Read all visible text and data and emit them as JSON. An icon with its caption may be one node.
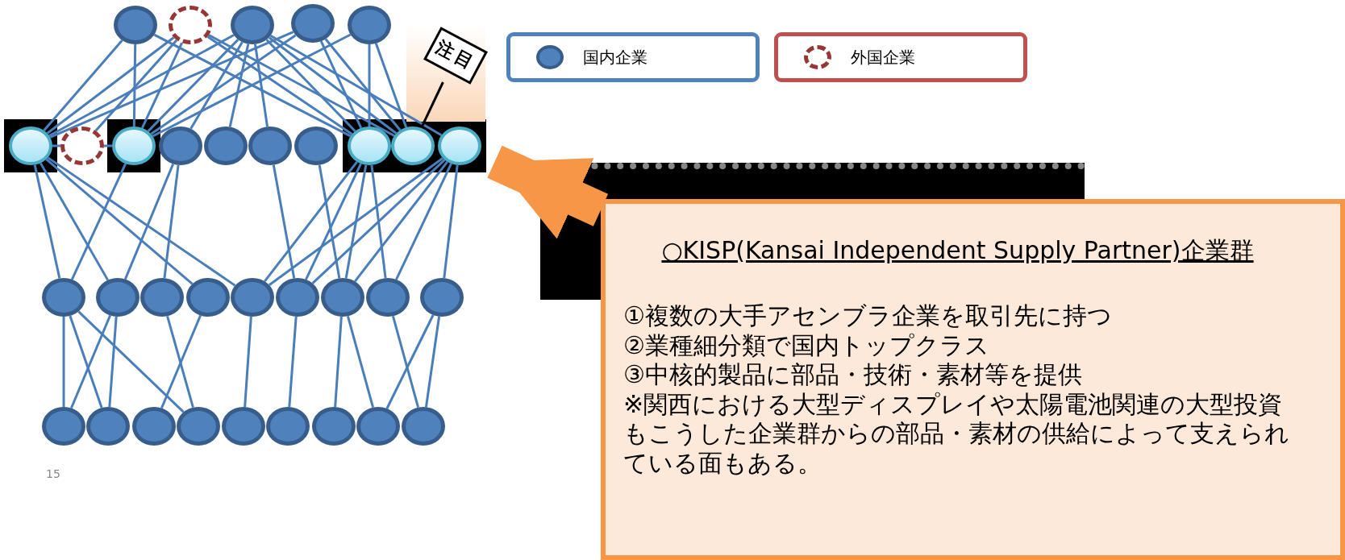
{
  "diagram": {
    "nodes": [
      {
        "text": [],
        "shape": "circle"
      },
      {
        "text": [],
        "shape": "circle"
      },
      {
        "text": [],
        "shape": "circle"
      },
      {
        "text": [],
        "shape": "circle"
      },
      {
        "text": [],
        "shape": "circle"
      },
      {
        "text": [],
        "shape": "circle"
      },
      {
        "text": [],
        "shape": "circle"
      },
      {
        "text": [],
        "shape": "circle"
      },
      {
        "text": [],
        "shape": "circle"
      },
      {
        "text": [],
        "shape": "circle"
      },
      {
        "text": [],
        "shape": "circle"
      },
      {
        "text": [],
        "shape": "circle"
      },
      {
        "text": [],
        "shape": "circle"
      },
      {
        "text": [],
        "shape": "circle"
      },
      {
        "text": [],
        "shape": "circle"
      },
      {
        "text": [],
        "shape": "circle"
      },
      {
        "text": [],
        "shape": "circle"
      },
      {
        "text": [],
        "shape": "circle"
      },
      {
        "text": [],
        "shape": "circle"
      },
      {
        "text": [],
        "shape": "circle"
      },
      {
        "text": [],
        "shape": "circle"
      },
      {
        "text": [],
        "shape": "circle"
      },
      {
        "text": [],
        "shape": "circle"
      },
      {
        "text": [],
        "shape": "circle"
      },
      {
        "text": [],
        "shape": "circle"
      },
      {
        "text": [],
        "shape": "circle"
      },
      {
        "text": [],
        "shape": "circle"
      },
      {
        "text": [],
        "shape": "circle"
      },
      {
        "text": [],
        "shape": "circle"
      },
      {
        "text": [],
        "shape": "circle"
      },
      {
        "text": [],
        "shape": "circle"
      },
      {
        "text": [],
        "shape": "circle"
      },
      {
        "text": [],
        "shape": "circle"
      },
      {
        "text": [
          "注目"
        ]
      },
      {
        "text": [
          "○KISP(Kansai Independent Supply Partner)企業群",
          "①複数の大手アセンブラ企業を取引先に持つ",
          "②業種細分類で国内トップクラス",
          "③中核的製品に部品・技術・素材等を提供",
          "※関西における大型ディスプレイや太陽電池関連の大型投資もこうした企業群からの部品・素材の供給によって支えられている面もある。"
        ]
      }
    ],
    "edges": [
      {
        "from": 0,
        "to": 5,
        "arrow": "none"
      },
      {
        "from": 0,
        "to": 7,
        "arrow": "none"
      },
      {
        "from": 0,
        "to": 12,
        "arrow": "none"
      },
      {
        "from": 1,
        "to": 5,
        "arrow": "none"
      },
      {
        "from": 1,
        "to": 6,
        "arrow": "none"
      },
      {
        "from": 1,
        "to": 7,
        "arrow": "none"
      },
      {
        "from": 1,
        "to": 12,
        "arrow": "none"
      },
      {
        "from": 1,
        "to": 13,
        "arrow": "none"
      },
      {
        "from": 2,
        "to": 5,
        "arrow": "none"
      },
      {
        "from": 2,
        "to": 7,
        "arrow": "none"
      },
      {
        "from": 2,
        "to": 8,
        "arrow": "none"
      },
      {
        "from": 2,
        "to": 9,
        "arrow": "none"
      },
      {
        "from": 2,
        "to": 10,
        "arrow": "none"
      },
      {
        "from": 2,
        "to": 12,
        "arrow": "none"
      },
      {
        "from": 2,
        "to": 13,
        "arrow": "none"
      },
      {
        "from": 2,
        "to": 14,
        "arrow": "none"
      },
      {
        "from": 3,
        "to": 5,
        "arrow": "none"
      },
      {
        "from": 3,
        "to": 7,
        "arrow": "none"
      },
      {
        "from": 3,
        "to": 12,
        "arrow": "none"
      },
      {
        "from": 3,
        "to": 13,
        "arrow": "none"
      },
      {
        "from": 4,
        "to": 7,
        "arrow": "none"
      },
      {
        "from": 4,
        "to": 12,
        "arrow": "none"
      },
      {
        "from": 4,
        "to": 13,
        "arrow": "none"
      },
      {
        "from": 5,
        "to": 6,
        "arrow": "none"
      },
      {
        "from": 6,
        "to": 7,
        "arrow": "none"
      },
      {
        "from": 5,
        "to": 15,
        "arrow": "none"
      },
      {
        "from": 5,
        "to": 16,
        "arrow": "none"
      },
      {
        "from": 5,
        "to": 18,
        "arrow": "none"
      },
      {
        "from": 5,
        "to": 19,
        "arrow": "none"
      },
      {
        "from": 7,
        "to": 15,
        "arrow": "none"
      },
      {
        "from": 8,
        "to": 16,
        "arrow": "none"
      },
      {
        "from": 8,
        "to": 17,
        "arrow": "none"
      },
      {
        "from": 10,
        "to": 20,
        "arrow": "none"
      },
      {
        "from": 11,
        "to": 21,
        "arrow": "none"
      },
      {
        "from": 12,
        "to": 19,
        "arrow": "none"
      },
      {
        "from": 12,
        "to": 20,
        "arrow": "none"
      },
      {
        "from": 12,
        "to": 21,
        "arrow": "none"
      },
      {
        "from": 12,
        "to": 22,
        "arrow": "none"
      },
      {
        "from": 14,
        "to": 19,
        "arrow": "none"
      },
      {
        "from": 14,
        "to": 20,
        "arrow": "none"
      },
      {
        "from": 14,
        "to": 21,
        "arrow": "none"
      },
      {
        "from": 14,
        "to": 22,
        "arrow": "none"
      },
      {
        "from": 14,
        "to": 23,
        "arrow": "none"
      },
      {
        "from": 15,
        "to": 24,
        "arrow": "none"
      },
      {
        "from": 15,
        "to": 25,
        "arrow": "none"
      },
      {
        "from": 15,
        "to": 27,
        "arrow": "none"
      },
      {
        "from": 16,
        "to": 24,
        "arrow": "none"
      },
      {
        "from": 16,
        "to": 25,
        "arrow": "none"
      },
      {
        "from": 17,
        "to": 27,
        "arrow": "none"
      },
      {
        "from": 18,
        "to": 26,
        "arrow": "none"
      },
      {
        "from": 19,
        "to": 28,
        "arrow": "none"
      },
      {
        "from": 20,
        "to": 29,
        "arrow": "none"
      },
      {
        "from": 21,
        "to": 30,
        "arrow": "none"
      },
      {
        "from": 21,
        "to": 31,
        "arrow": "none"
      },
      {
        "from": 22,
        "to": 32,
        "arrow": "none"
      },
      {
        "from": 23,
        "to": 31,
        "arrow": "none"
      },
      {
        "from": 23,
        "to": 32,
        "arrow": "none"
      },
      {
        "from": 33,
        "to": 13,
        "arrow": "none",
        "color": "#000000"
      },
      {
        "from": 34,
        "to": 14,
        "arrow": "to",
        "style": "thick",
        "color": "#f79646"
      }
    ],
    "labels": [
      "15"
    ],
    "legend": [
      {
        "text": "国内企業"
      },
      {
        "text": "外国企業"
      }
    ]
  }
}
